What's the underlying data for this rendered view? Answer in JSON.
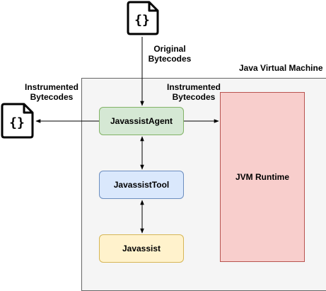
{
  "diagram": {
    "jvm_label": "Java Virtual Machine",
    "original_bytecodes": [
      "Original",
      "Bytecodes"
    ],
    "instrumented_left": [
      "Instrumented",
      "Bytecodes"
    ],
    "instrumented_right": [
      "Instrumented",
      "Bytecodes"
    ],
    "nodes": {
      "agent": "JavassistAgent",
      "tool": "JavassistTool",
      "javassist": "Javassist",
      "runtime": "JVM Runtime"
    },
    "icons": {
      "top": "curly-braces-file-icon",
      "left": "curly-braces-file-icon",
      "glyph": "{}"
    },
    "colors": {
      "jvm_fill": "#f5f5f5",
      "agent_fill": "#d5e8d4",
      "tool_fill": "#dae8fc",
      "javassist_fill": "#fff2cc",
      "runtime_fill": "#f8cecc"
    }
  }
}
